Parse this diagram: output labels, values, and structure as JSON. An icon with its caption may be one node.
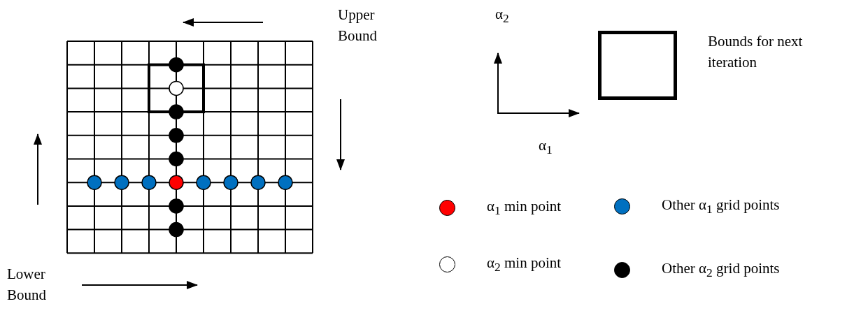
{
  "diagram": {
    "labels": [
      "Upper Bound",
      "Lower Bound",
      "α$_{2}$",
      "α$_{1}$"
    ],
    "legend": [
      {
        "text": "Bounds for next iteration"
      },
      {
        "text": "α$_{1}$ min point",
        "color": "#ff0000"
      },
      {
        "text": "Other α$_{1}$ grid points",
        "color": "#0070c0"
      },
      {
        "text": "α$_{2}$ min point",
        "color": "#ffffff"
      },
      {
        "text": "Other α$_{2}$ grid points",
        "color": "#000000"
      }
    ]
  }
}
